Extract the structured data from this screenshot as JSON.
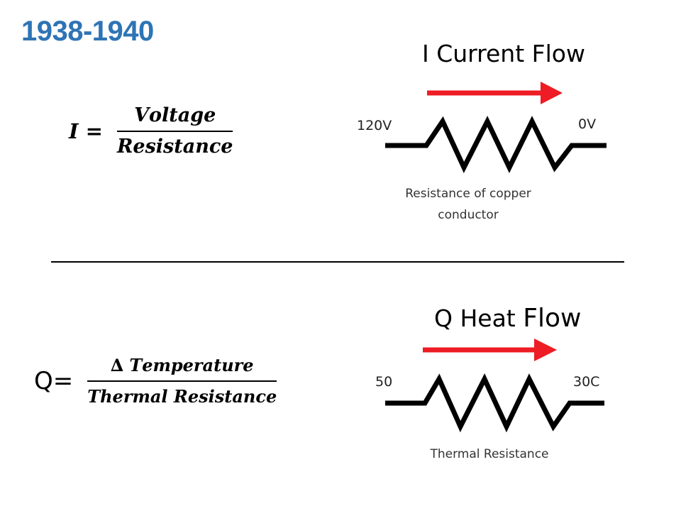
{
  "title": "1938-1940",
  "colors": {
    "title": "#2e74b5",
    "arrow": "#ee1c24",
    "resistor": "#000000"
  },
  "electrical": {
    "heading": "I Current Flow",
    "formula_lhs": "𝑰 =",
    "numerator": "𝑽𝒐𝒍𝒕𝒂𝒈𝒆",
    "denominator": "𝑹𝒆𝒔𝒊𝒔𝒕𝒂𝒏𝒄𝒆",
    "left_label": "120V",
    "right_label": "0V",
    "caption_line1": "Resistance of copper",
    "caption_line2": "conductor"
  },
  "thermal": {
    "heading_part1": "Q Heat ",
    "heading_part2": "Flow",
    "formula_lhs": "Q=",
    "numerator": "∆ 𝑻𝒆𝒎𝒑𝒆𝒓𝒂𝒕𝒖𝒓𝒆",
    "denominator": "𝑻𝒉𝒆𝒓𝒎𝒂𝒍 𝑹𝒆𝒔𝒊𝒔𝒕𝒂𝒏𝒄𝒆",
    "left_label": "50",
    "right_label": "30C",
    "caption": "Thermal Resistance"
  }
}
